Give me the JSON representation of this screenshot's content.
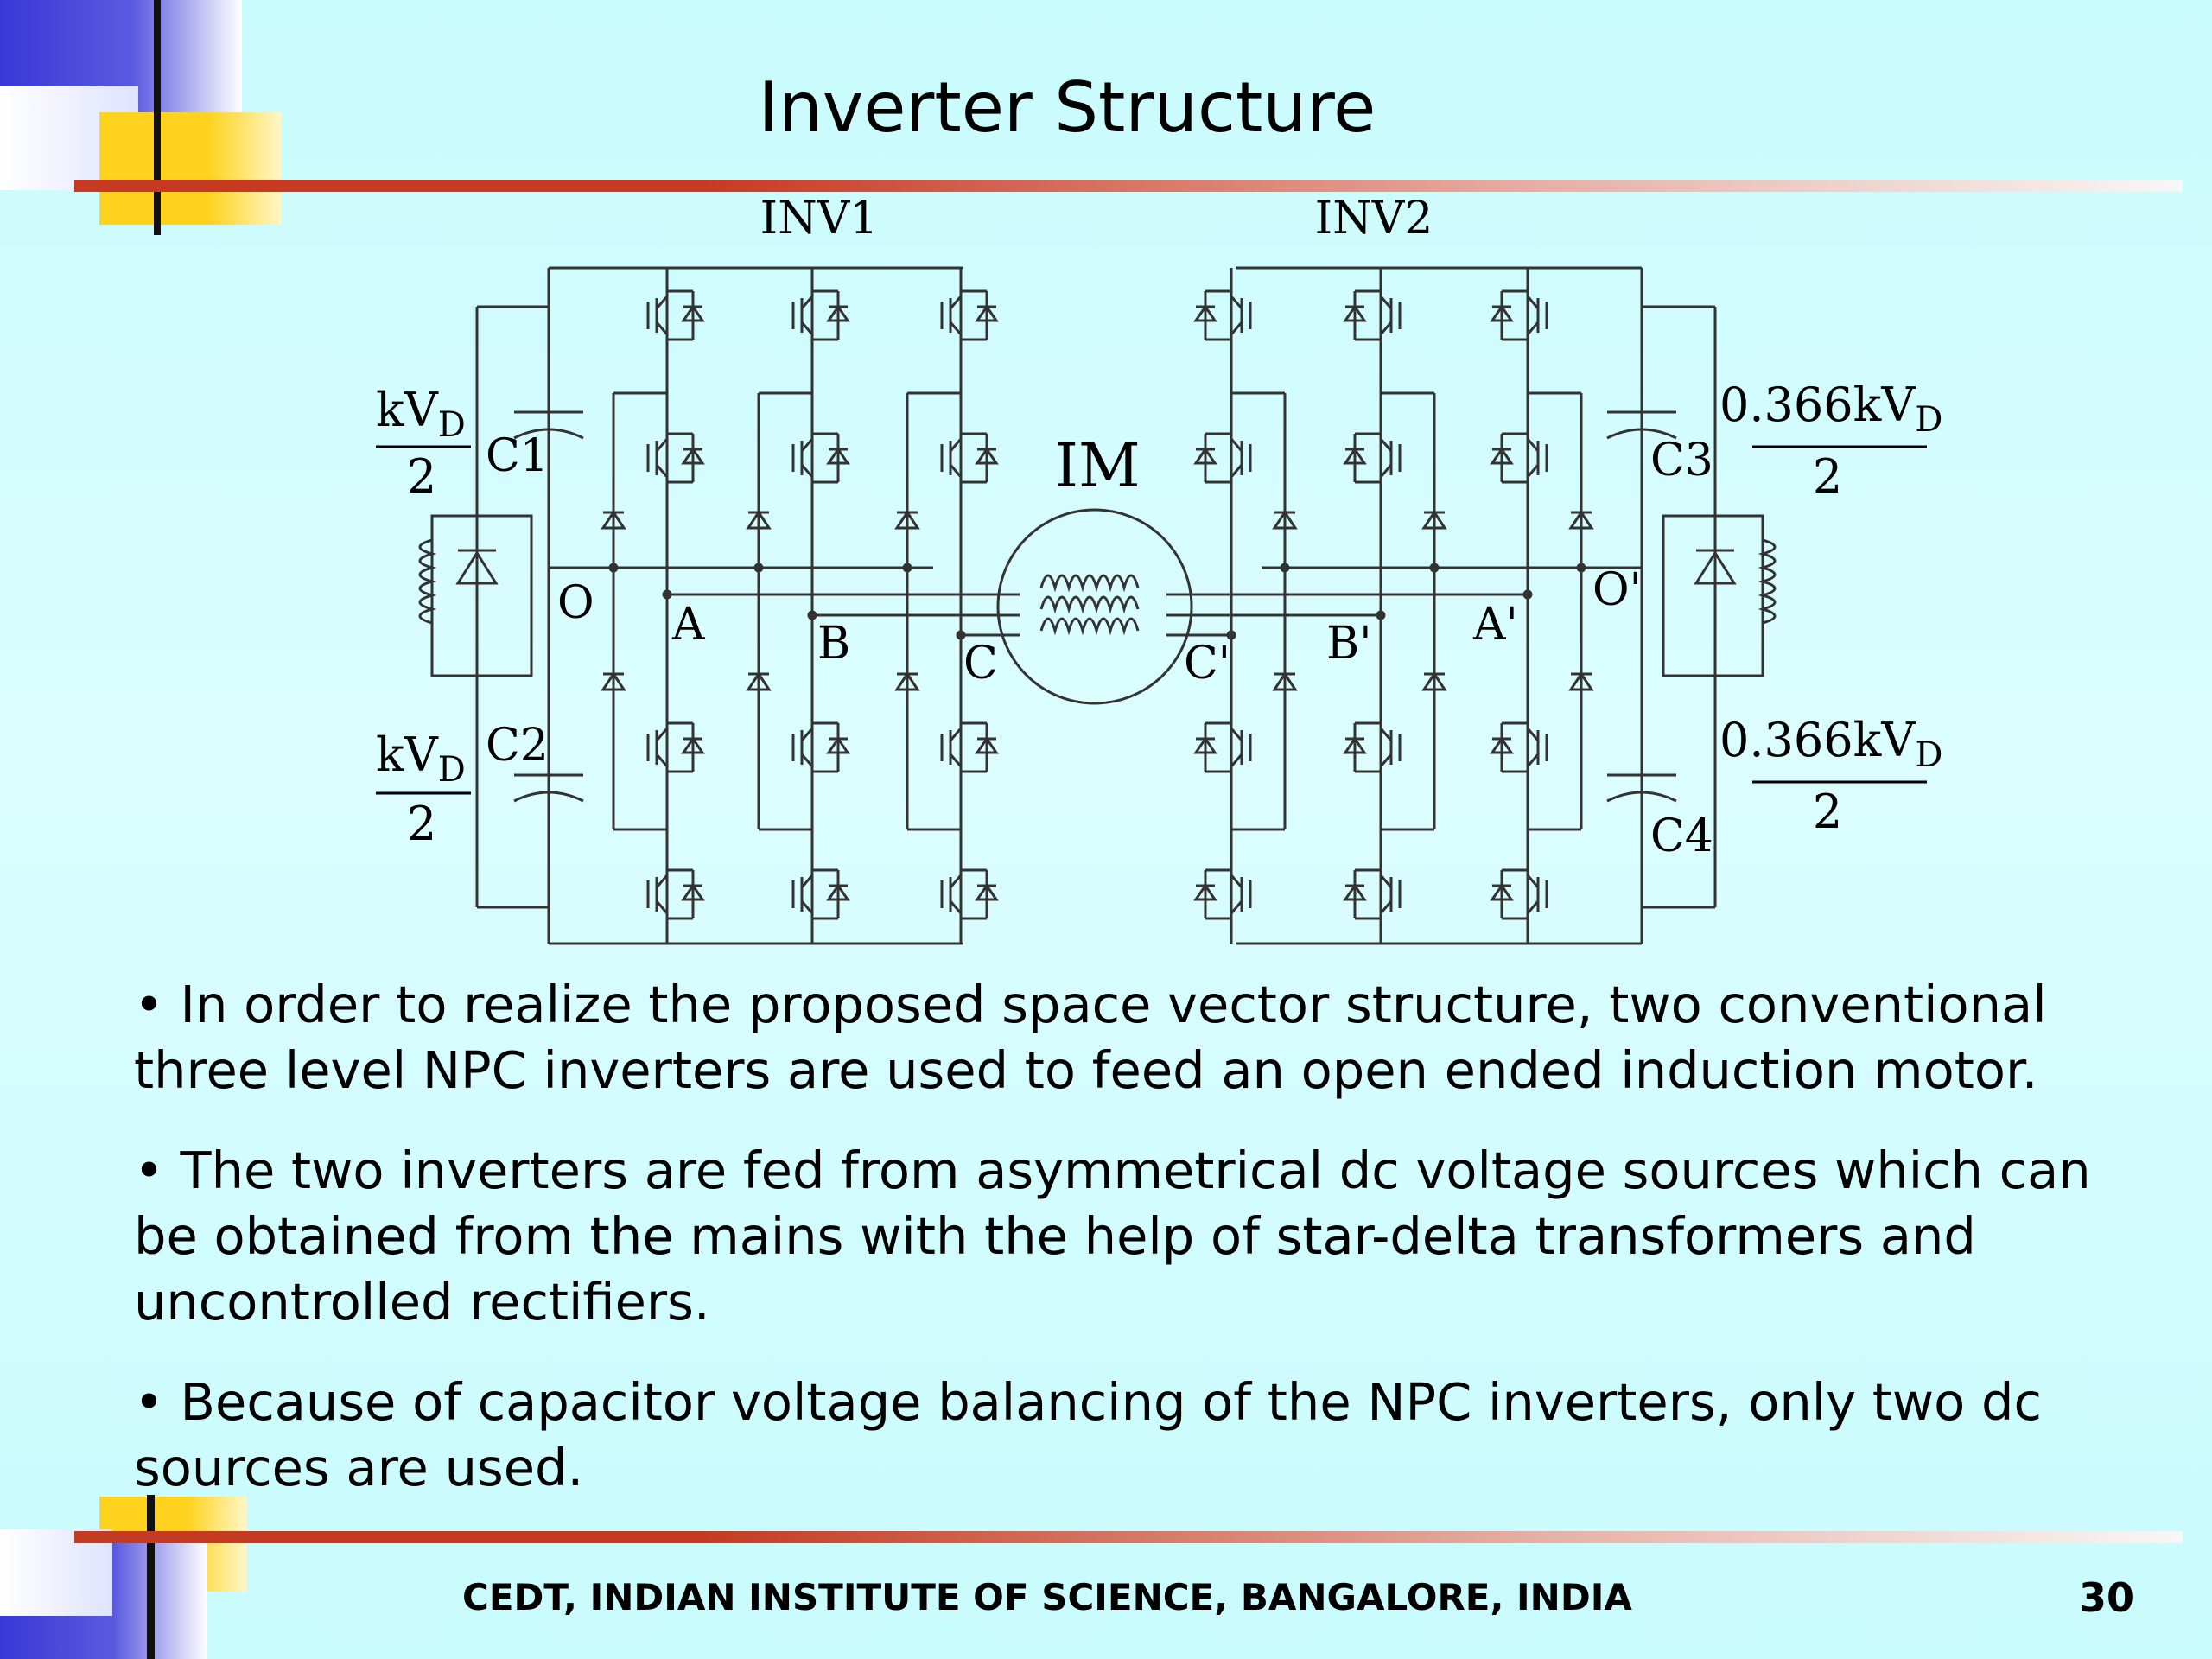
{
  "slide": {
    "title": "Inverter Structure",
    "bullets": [
      "• In order to realize the proposed space vector structure, two conventional three level NPC inverters are used to feed an open ended induction motor.",
      "• The two inverters are fed from asymmetrical dc voltage sources which can be obtained from the mains with the help of star-delta transformers and uncontrolled rectifiers.",
      "• Because of capacitor voltage balancing of the NPC inverters, only two dc sources are used."
    ],
    "footer": "CEDT, INDIAN INSTITUTE OF SCIENCE, BANGALORE, INDIA",
    "page_number": "30"
  },
  "diagram": {
    "inv1_label": "INV1",
    "inv2_label": "INV2",
    "motor_label": "IM",
    "left_source": {
      "numerator": "kV",
      "subscript": "D",
      "denominator": "2"
    },
    "right_source": {
      "numerator": "0.366kV",
      "subscript": "D",
      "denominator": "2"
    },
    "capacitors": [
      "C1",
      "C2",
      "C3",
      "C4"
    ],
    "neutral_left": "O",
    "neutral_right": "O'",
    "phases_left": [
      "A",
      "B",
      "C"
    ],
    "phases_right": [
      "A'",
      "B'",
      "C'"
    ]
  },
  "colors": {
    "accent_red": "#c73a22",
    "accent_blue": "#3a3ad8",
    "accent_yellow": "#ffd21e",
    "background": "#cffcfd"
  }
}
